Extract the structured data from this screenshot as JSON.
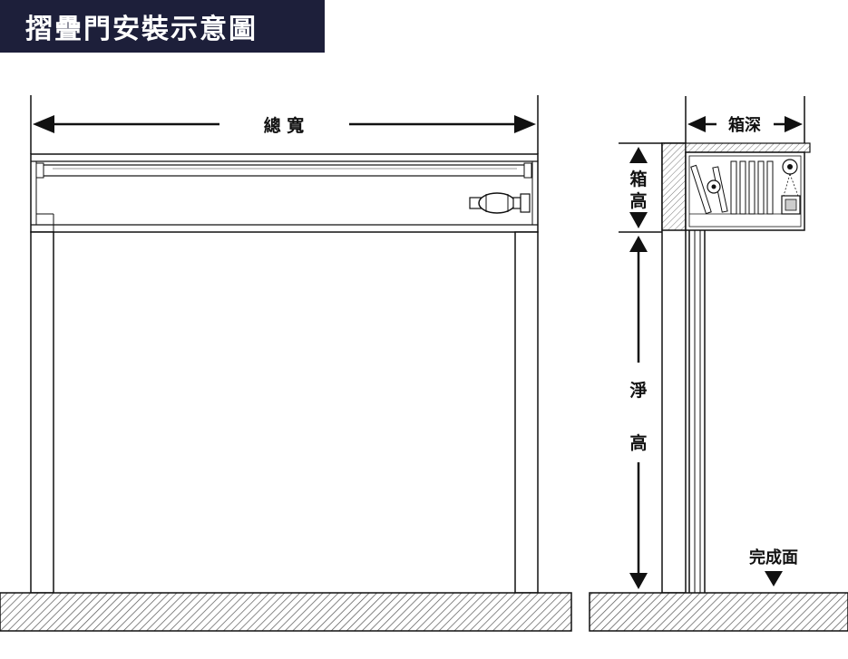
{
  "title": "摺疊門安裝示意圖",
  "labels": {
    "total_width": "總 寬",
    "box_depth": "箱深",
    "box_height_1": "箱",
    "box_height_2": "高",
    "net_height_1": "淨",
    "net_height_2": "高",
    "finished_surface": "完成面"
  },
  "colors": {
    "title_bg": "#1d1f3a",
    "line": "#111111",
    "wall_hatch": "#555555"
  }
}
